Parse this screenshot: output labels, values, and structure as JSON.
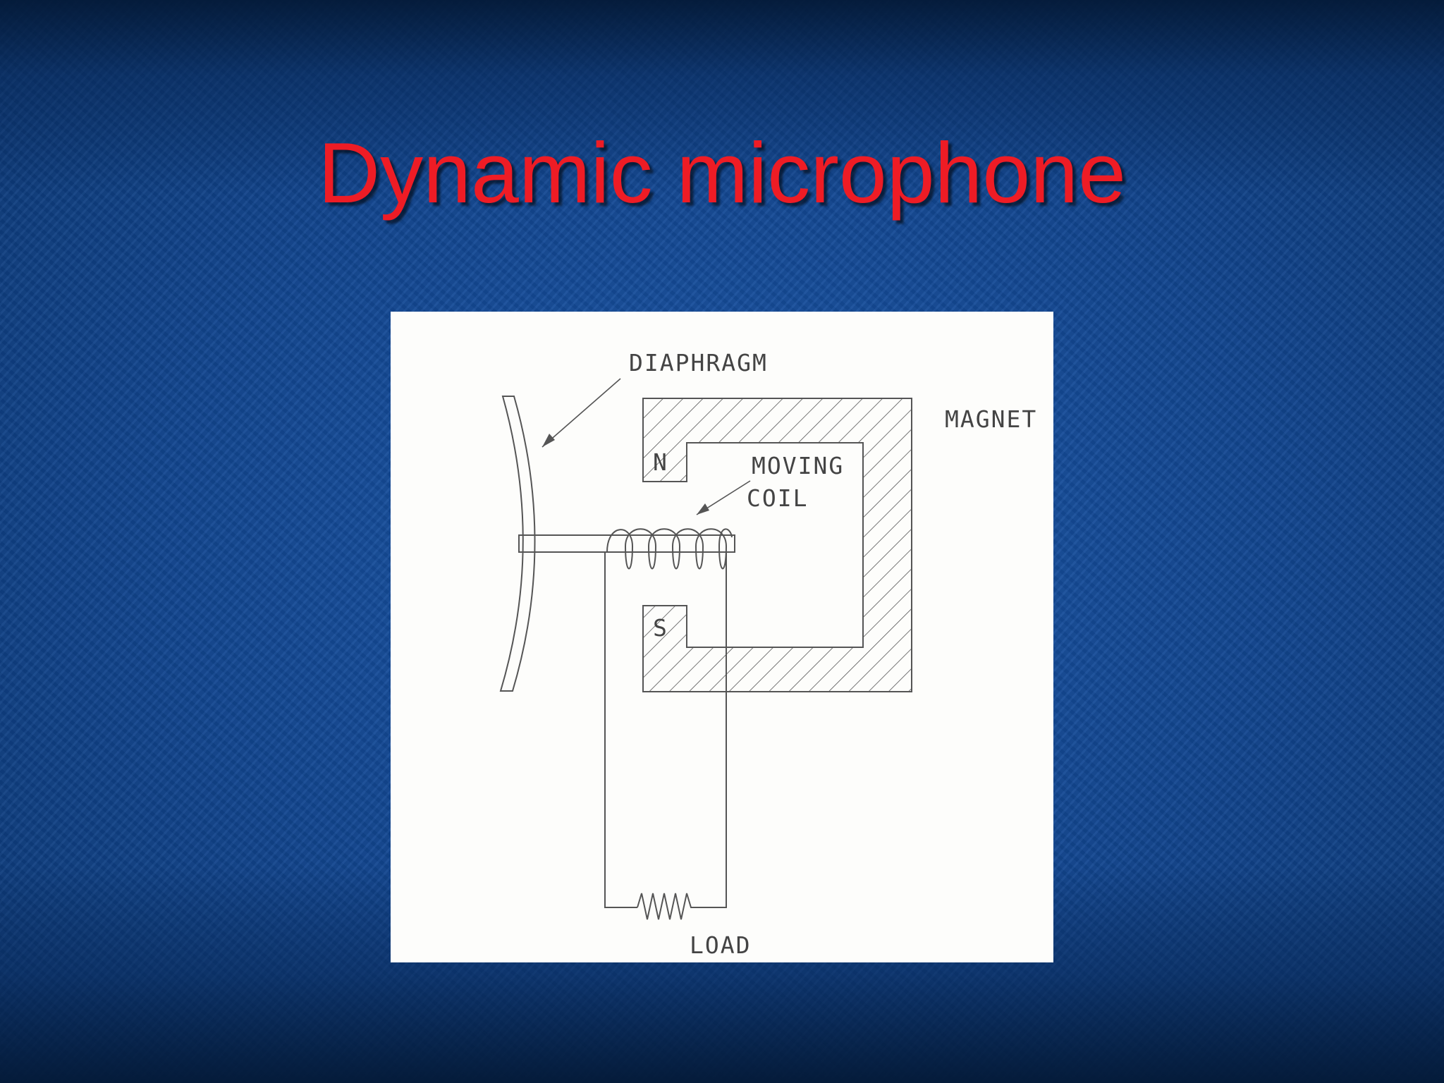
{
  "slide": {
    "title": "Dynamic microphone"
  },
  "diagram": {
    "labels": {
      "diaphragm": "DIAPHRAGM",
      "magnet": "MAGNET",
      "moving_coil_line1": "MOVING",
      "moving_coil_line2": "COIL",
      "north_pole": "N",
      "south_pole": "S",
      "load": "LOAD"
    }
  },
  "colors": {
    "title": "#ee1c25",
    "background": "#124690",
    "panel": "#fdfdfb",
    "line": "#555555"
  }
}
